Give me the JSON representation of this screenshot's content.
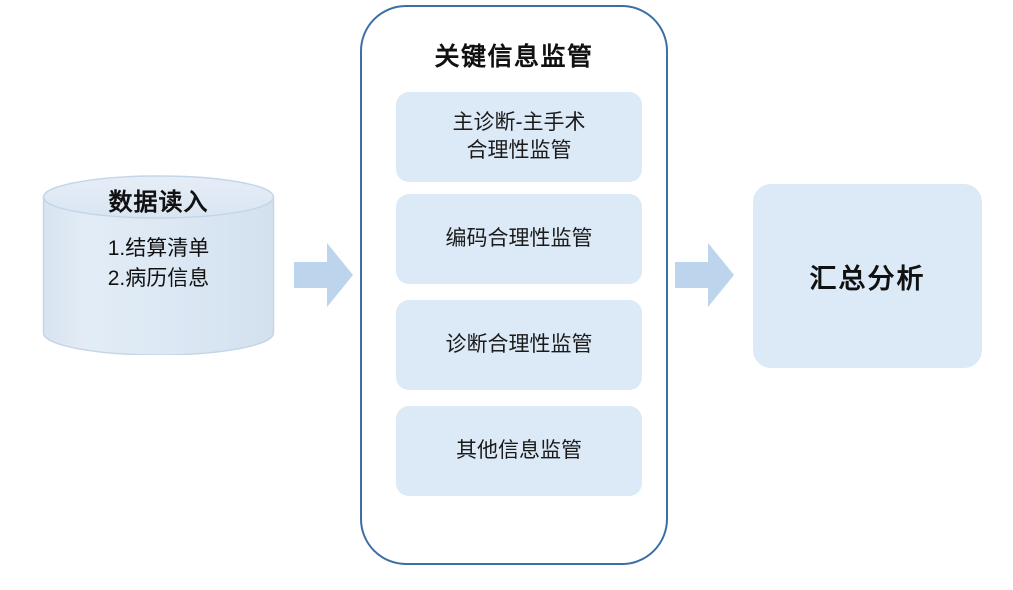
{
  "diagram": {
    "type": "flowchart",
    "title": "",
    "colors": {
      "arrow_fill": "#bcd4ec",
      "panel_border": "#3c6ea6",
      "item_fill": "#dce9f6",
      "cylinder_fill": "#dfe9f4",
      "cylinder_stroke": "#c3d4e6",
      "summary_fill": "#dce9f6",
      "text": "#111111"
    },
    "source": {
      "shape": "cylinder",
      "title": "数据读入",
      "lines": [
        "1.结算清单",
        "2.病历信息"
      ]
    },
    "arrows": [
      {
        "name": "arrow-source-to-supervise",
        "direction": "right"
      },
      {
        "name": "arrow-supervise-to-summary",
        "direction": "right"
      }
    ],
    "supervise": {
      "shape": "rounded-container",
      "title": "关键信息监管",
      "items": [
        {
          "label_lines": [
            "主诊断-主手术",
            "合理性监管"
          ]
        },
        {
          "label_lines": [
            "编码合理性监管"
          ]
        },
        {
          "label_lines": [
            "诊断合理性监管"
          ]
        },
        {
          "label_lines": [
            "其他信息监管"
          ]
        }
      ]
    },
    "summary": {
      "shape": "rounded-rect",
      "title": "汇总分析"
    }
  }
}
